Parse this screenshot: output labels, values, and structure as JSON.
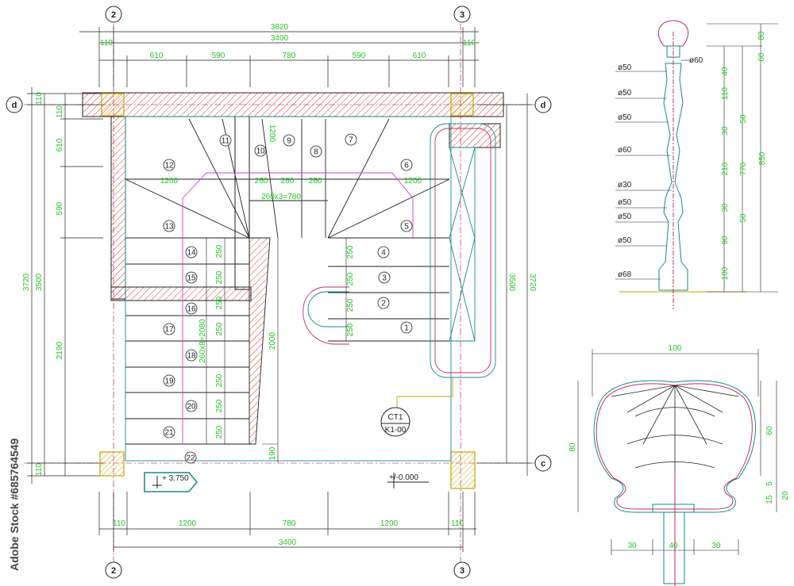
{
  "grid_labels": {
    "top_left": "2",
    "top_right": "3",
    "bottom_left": "2",
    "bottom_right": "3",
    "left_top": "d",
    "right_top": "d",
    "right_bottom": "c"
  },
  "dims_top": {
    "total": "3620",
    "inner": "3400",
    "left_edge": "110",
    "right_edge": "110",
    "seg1": "610",
    "seg2": "590",
    "seg3": "780",
    "seg4": "590",
    "seg5": "610"
  },
  "dims_bottom": {
    "left_edge": "110",
    "seg1": "1200",
    "seg2": "780",
    "seg3": "1200",
    "right_edge": "110",
    "total": "3400"
  },
  "dims_left": {
    "total": "3720",
    "inner": "3500",
    "top_edge": "110",
    "a": "110",
    "b": "610",
    "c": "590",
    "d": "2190",
    "bottom_edge": "110"
  },
  "dims_right": {
    "inner": "3500",
    "total": "3720"
  },
  "inner_dims": {
    "d1200a": "1200",
    "d1200b": "1200",
    "d1200v": "1200",
    "d260a": "260",
    "d260b": "260",
    "d260c": "260",
    "d260x3": "260x3=780",
    "d2000": "2000",
    "d190": "190",
    "d260x8": "260x8=2080"
  },
  "tread_dims": [
    "250",
    "250",
    "250",
    "250",
    "250",
    "250",
    "250",
    "250",
    "250",
    "250",
    "250"
  ],
  "step_numbers": [
    "1",
    "2",
    "3",
    "4",
    "5",
    "6",
    "7",
    "8",
    "9",
    "10",
    "11",
    "12",
    "13",
    "14",
    "15",
    "16",
    "17",
    "18",
    "19",
    "20",
    "21",
    "22"
  ],
  "level_upper": "+ 3.750",
  "level_lower": "+/-0.000",
  "section_tag": {
    "top": "CT1",
    "bottom": "K1-00"
  },
  "baluster": {
    "diameters": [
      "ø60",
      "ø50",
      "ø50",
      "ø50",
      "ø60",
      "ø30",
      "ø50",
      "ø50",
      "ø50",
      "ø68"
    ],
    "heights": [
      "80",
      "60",
      "40",
      "110",
      "50",
      "30",
      "210",
      "30",
      "50",
      "90",
      "100"
    ],
    "sub_total": "770",
    "total": "850"
  },
  "newel_cap": {
    "width": "100",
    "height": "80",
    "h60": "60",
    "h15a": "15",
    "h5": "5",
    "h20": "20",
    "w30a": "30",
    "w40": "40",
    "w30b": "30"
  },
  "watermark_id": "#685764549",
  "watermark_brand": "Adobe Stock"
}
